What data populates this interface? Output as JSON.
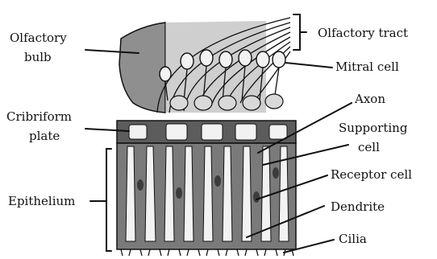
{
  "labels": {
    "olfactory_bulb_line1": "Olfactory",
    "olfactory_bulb_line2": "bulb",
    "cribriform_line1": "Cribriform",
    "cribriform_line2": "plate",
    "epithelium": "Epithelium",
    "olfactory_tract": "Olfactory tract",
    "mitral_cell": "Mitral cell",
    "axon": "Axon",
    "supporting_line1": "Supporting",
    "supporting_line2": "cell",
    "receptor_cell": "Receptor cell",
    "dendrite": "Dendrite",
    "cilia": "Cilia"
  },
  "colors": {
    "ink": "#111111",
    "bulb_shade": "#8f8f8f",
    "epithelium_shade": "#7a7a7a",
    "plate_shade": "#5c5c5c",
    "cell_fill": "#f2f2f2"
  }
}
